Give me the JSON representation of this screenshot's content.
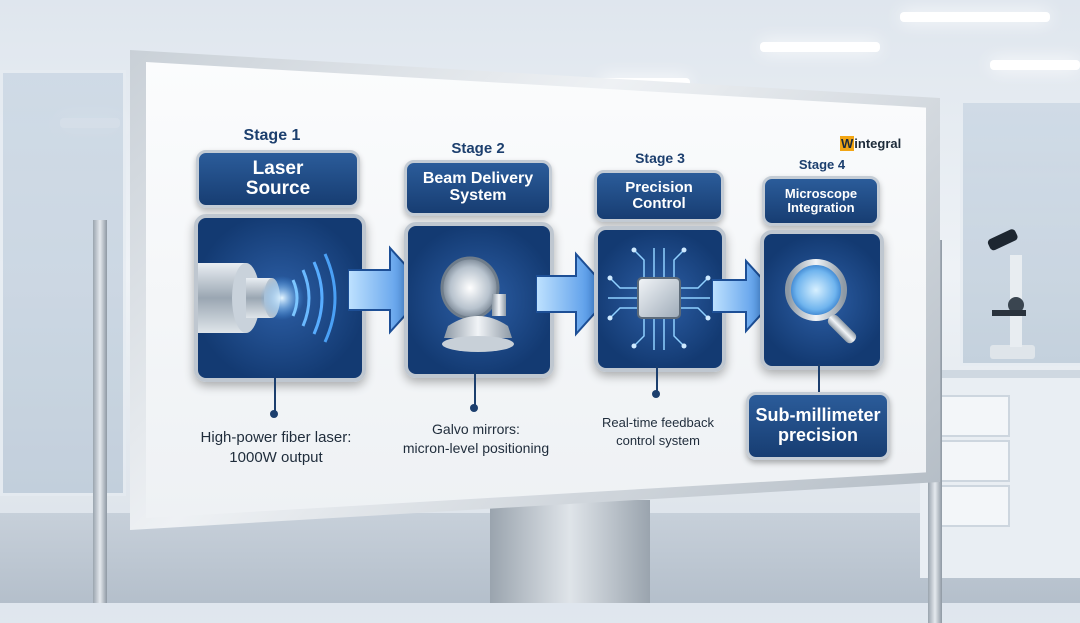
{
  "logo": {
    "mark": "W",
    "text": "integral"
  },
  "stages": [
    {
      "label": "Stage 1",
      "title_lines": [
        "Laser",
        "Source"
      ],
      "icon": "laser-emitter-icon",
      "description_lines": [
        "High-power fiber laser:",
        "1000W output"
      ]
    },
    {
      "label": "Stage 2",
      "title_lines": [
        "Beam Delivery",
        "System"
      ],
      "icon": "galvo-mirror-icon",
      "description_lines": [
        "Galvo mirrors:",
        "micron-level positioning"
      ]
    },
    {
      "label": "Stage 3",
      "title_lines": [
        "Precision",
        "Control"
      ],
      "icon": "microchip-icon",
      "description_lines": [
        "Real-time feedback",
        "control system"
      ]
    },
    {
      "label": "Stage 4",
      "title_lines": [
        "Microscope",
        "Integration"
      ],
      "icon": "magnifier-icon",
      "result_lines": [
        "Sub-millimeter",
        "precision"
      ]
    }
  ],
  "colors": {
    "panel_blue": "#1f4c8a",
    "arrow_blue": "#2f7fe0",
    "text_dark": "#1c3f6e"
  }
}
